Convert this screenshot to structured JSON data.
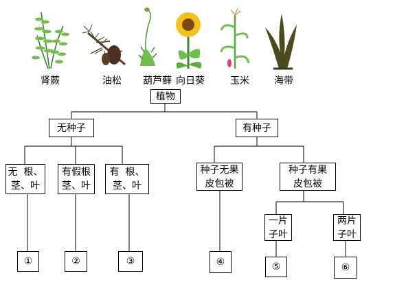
{
  "plants": [
    {
      "name": "肾蕨",
      "icon": "fern-icon"
    },
    {
      "name": "油松",
      "icon": "pine-icon"
    },
    {
      "name": "葫芦藓",
      "icon": "moss-icon"
    },
    {
      "name": "向日葵",
      "icon": "sunflower-icon"
    },
    {
      "name": "玉米",
      "icon": "corn-icon"
    },
    {
      "name": "海带",
      "icon": "kelp-icon"
    }
  ],
  "root": "植物",
  "no_seed": "无种子",
  "has_seed": "有种子",
  "no_root": [
    "无  根、",
    "茎、叶"
  ],
  "pseudo_root": [
    "有假根",
    "茎、叶"
  ],
  "has_root": [
    "有  根、",
    "茎、叶"
  ],
  "naked_seed": [
    "种子无果",
    "皮包被"
  ],
  "covered_seed": [
    "种子有果",
    "皮包被"
  ],
  "monocot": [
    "一片",
    "子叶"
  ],
  "dicot": [
    "两片",
    "子叶"
  ],
  "answers": [
    "①",
    "②",
    "③",
    "④",
    "⑤",
    "⑥"
  ]
}
